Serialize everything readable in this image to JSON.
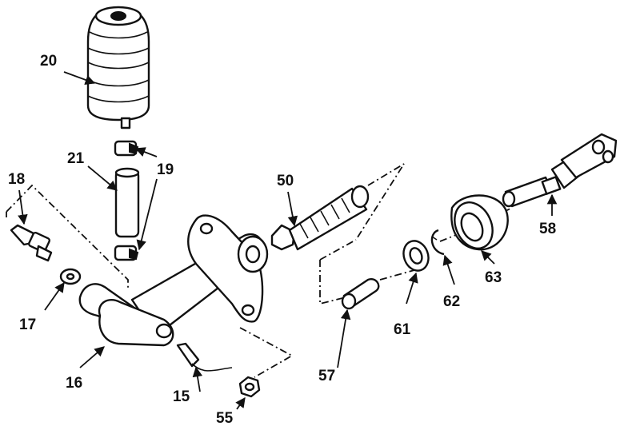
{
  "callouts": {
    "c15": "15",
    "c16": "16",
    "c17": "17",
    "c18": "18",
    "c19": "19",
    "c20": "20",
    "c21": "21",
    "c50": "50",
    "c55": "55",
    "c57": "57",
    "c58": "58",
    "c61": "61",
    "c62": "62",
    "c63": "63"
  },
  "colors": {
    "ink": "#111111",
    "paper": "#ffffff"
  }
}
